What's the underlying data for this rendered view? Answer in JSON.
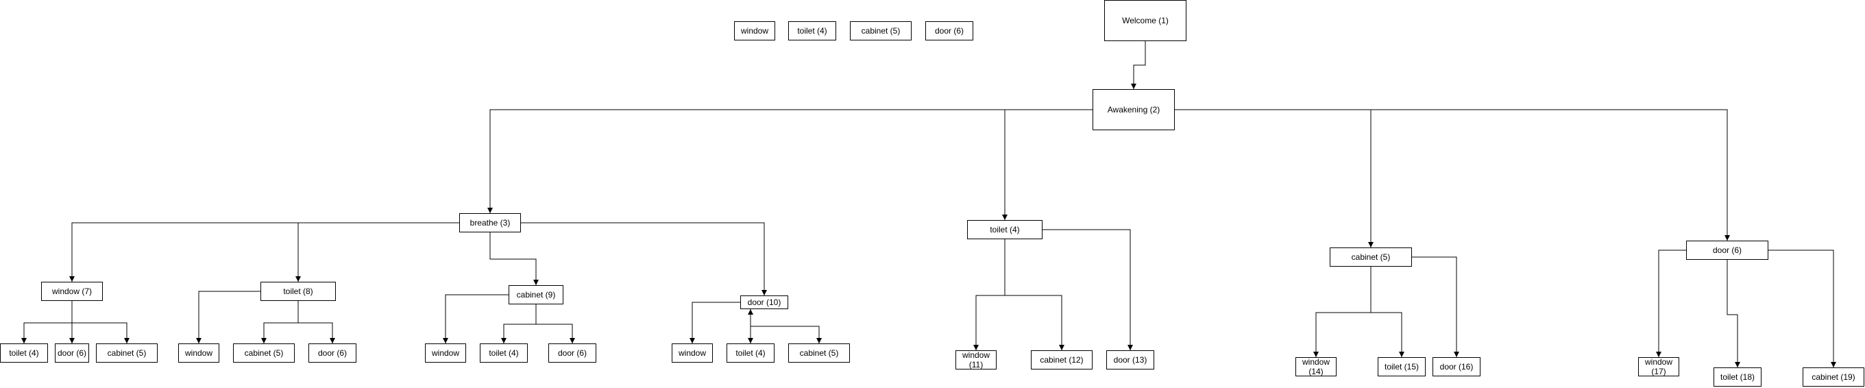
{
  "nodes": [
    {
      "id": "legend-window",
      "label": "window"
    },
    {
      "id": "legend-toilet",
      "label": "toilet (4)"
    },
    {
      "id": "legend-cabinet",
      "label": "cabinet (5)"
    },
    {
      "id": "legend-door",
      "label": "door (6)"
    },
    {
      "id": "welcome",
      "label": "Welcome (1)"
    },
    {
      "id": "awakening",
      "label": "Awakening (2)"
    },
    {
      "id": "breathe",
      "label": "breathe (3)"
    },
    {
      "id": "toilet4",
      "label": "toilet (4)"
    },
    {
      "id": "cabinet5",
      "label": "cabinet (5)"
    },
    {
      "id": "door6",
      "label": "door (6)"
    },
    {
      "id": "window7",
      "label": "window (7)"
    },
    {
      "id": "toilet8",
      "label": "toilet (8)"
    },
    {
      "id": "cabinet9",
      "label": "cabinet (9)"
    },
    {
      "id": "door10",
      "label": "door (10)"
    },
    {
      "id": "w7-toilet",
      "label": "toilet (4)"
    },
    {
      "id": "w7-door",
      "label": "door (6)"
    },
    {
      "id": "w7-cabinet",
      "label": "cabinet (5)"
    },
    {
      "id": "t8-window",
      "label": "window"
    },
    {
      "id": "t8-cabinet",
      "label": "cabinet (5)"
    },
    {
      "id": "t8-door",
      "label": "door (6)"
    },
    {
      "id": "c9-window",
      "label": "window"
    },
    {
      "id": "c9-toilet",
      "label": "toilet (4)"
    },
    {
      "id": "c9-door",
      "label": "door (6)"
    },
    {
      "id": "d10-window",
      "label": "window"
    },
    {
      "id": "d10-toilet",
      "label": "toilet (4)"
    },
    {
      "id": "d10-cabinet",
      "label": "cabinet (5)"
    },
    {
      "id": "window11",
      "label": "window (11)"
    },
    {
      "id": "cabinet12",
      "label": "cabinet (12)"
    },
    {
      "id": "door13",
      "label": "door (13)"
    },
    {
      "id": "window14",
      "label": "window (14)"
    },
    {
      "id": "toilet15",
      "label": "toilet (15)"
    },
    {
      "id": "door16",
      "label": "door (16)"
    },
    {
      "id": "window17",
      "label": "window (17)"
    },
    {
      "id": "toilet18",
      "label": "toilet (18)"
    },
    {
      "id": "cabinet19",
      "label": "cabinet (19)"
    }
  ],
  "edges": [
    {
      "from": "welcome",
      "to": "awakening"
    },
    {
      "from": "awakening",
      "to": "breathe"
    },
    {
      "from": "awakening",
      "to": "toilet4"
    },
    {
      "from": "awakening",
      "to": "cabinet5"
    },
    {
      "from": "awakening",
      "to": "door6"
    },
    {
      "from": "breathe",
      "to": "window7"
    },
    {
      "from": "breathe",
      "to": "toilet8"
    },
    {
      "from": "breathe",
      "to": "cabinet9"
    },
    {
      "from": "breathe",
      "to": "door10"
    },
    {
      "from": "window7",
      "to": "w7-toilet"
    },
    {
      "from": "window7",
      "to": "w7-door"
    },
    {
      "from": "window7",
      "to": "w7-cabinet"
    },
    {
      "from": "toilet8",
      "to": "t8-window"
    },
    {
      "from": "toilet8",
      "to": "t8-cabinet"
    },
    {
      "from": "toilet8",
      "to": "t8-door"
    },
    {
      "from": "cabinet9",
      "to": "c9-window"
    },
    {
      "from": "cabinet9",
      "to": "c9-toilet"
    },
    {
      "from": "cabinet9",
      "to": "c9-door"
    },
    {
      "from": "door10",
      "to": "d10-window"
    },
    {
      "from": "door10",
      "to": "d10-toilet"
    },
    {
      "from": "door10",
      "to": "d10-cabinet"
    },
    {
      "from": "toilet4",
      "to": "window11"
    },
    {
      "from": "toilet4",
      "to": "cabinet12"
    },
    {
      "from": "toilet4",
      "to": "door13"
    },
    {
      "from": "cabinet5",
      "to": "window14"
    },
    {
      "from": "cabinet5",
      "to": "toilet15"
    },
    {
      "from": "cabinet5",
      "to": "door16"
    },
    {
      "from": "door6",
      "to": "window17"
    },
    {
      "from": "door6",
      "to": "toilet18"
    },
    {
      "from": "door6",
      "to": "cabinet19"
    }
  ]
}
